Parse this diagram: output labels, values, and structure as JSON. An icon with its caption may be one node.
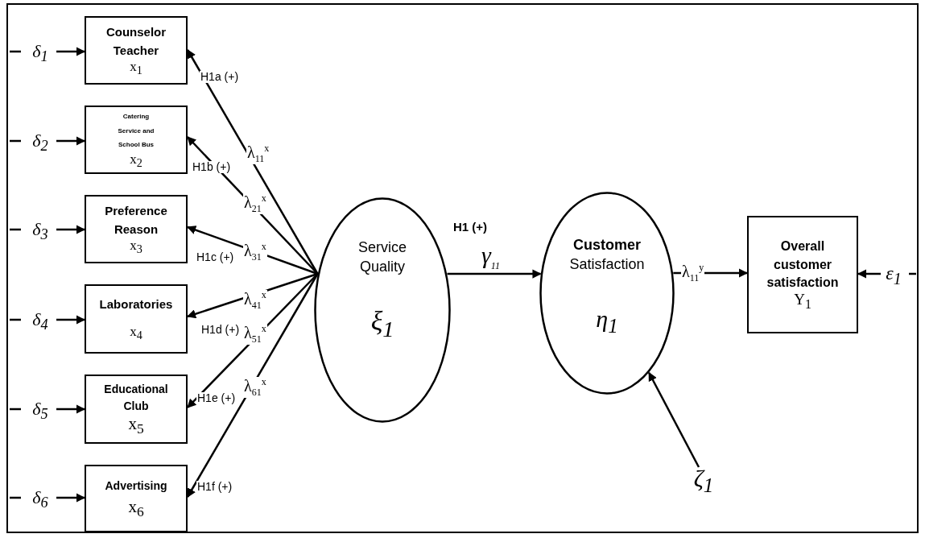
{
  "diagram": {
    "nodes": [
      {
        "text": [
          "Counselor Teacher",
          "x$_{1}$"
        ]
      },
      {
        "text": [
          "Catering Service and School Bus",
          "x$_{2}$"
        ]
      },
      {
        "text": [
          "Preference Reason",
          "x$_{3}$"
        ]
      },
      {
        "text": [
          "Laboratories",
          "x$_{4}$"
        ]
      },
      {
        "text": [
          "Educational Club",
          "x$_{5}$"
        ]
      },
      {
        "text": [
          "Advertising",
          "x$_{6}$"
        ]
      },
      {
        "text": [
          "Service Quality",
          "ξ$_{1}$"
        ]
      },
      {
        "text": [
          "**Customer** Satisfaction",
          "η$_{1}$"
        ]
      },
      {
        "text": [
          "Overall customer satisfaction",
          "Y$_{1}$"
        ]
      },
      {
        "text": [
          "δ$_{1}$"
        ]
      },
      {
        "text": [
          "δ$_{2}$"
        ]
      },
      {
        "text": [
          "δ$_{3}$"
        ]
      },
      {
        "text": [
          "δ$_{4}$"
        ]
      },
      {
        "text": [
          "δ$_{5}$"
        ]
      },
      {
        "text": [
          "δ$_{6}$"
        ]
      },
      {
        "text": [
          "ζ$_{1}$"
        ]
      },
      {
        "text": [
          "ε$_{1}$"
        ]
      }
    ],
    "edges": [
      {
        "from": 9,
        "to": 0,
        "arrow": "to"
      },
      {
        "from": 10,
        "to": 1,
        "arrow": "to"
      },
      {
        "from": 11,
        "to": 2,
        "arrow": "to"
      },
      {
        "from": 12,
        "to": 3,
        "arrow": "to"
      },
      {
        "from": 13,
        "to": 4,
        "arrow": "to"
      },
      {
        "from": 14,
        "to": 5,
        "arrow": "to"
      },
      {
        "from": 6,
        "to": 0,
        "arrow": "to",
        "label": "H1a (+)"
      },
      {
        "from": 6,
        "to": 1,
        "arrow": "to",
        "label": "H1b (+)"
      },
      {
        "from": 6,
        "to": 2,
        "arrow": "to",
        "label": "H1c (+)"
      },
      {
        "from": 6,
        "to": 3,
        "arrow": "to",
        "label": "H1d (+)"
      },
      {
        "from": 6,
        "to": 4,
        "arrow": "to",
        "label": "H1e (+)"
      },
      {
        "from": 6,
        "to": 5,
        "arrow": "to",
        "label": "H1f (+)"
      },
      {
        "from": 6,
        "to": 7,
        "arrow": "to",
        "label": "H1 (+)"
      },
      {
        "from": 7,
        "to": 8,
        "arrow": "to",
        "label": "λ$_{11}$$^{y}$"
      },
      {
        "from": 15,
        "to": 7,
        "arrow": "to"
      },
      {
        "from": 16,
        "to": 8,
        "arrow": "to"
      }
    ],
    "labels": [
      "λ$_{11}$$^{x}$",
      "λ$_{21}$$^{x}$",
      "λ$_{31}$$^{x}$",
      "λ$_{41}$$^{x}$",
      "λ$_{51}$$^{x}$",
      "λ$_{61}$$^{x}$",
      "γ$_{11}$"
    ]
  }
}
